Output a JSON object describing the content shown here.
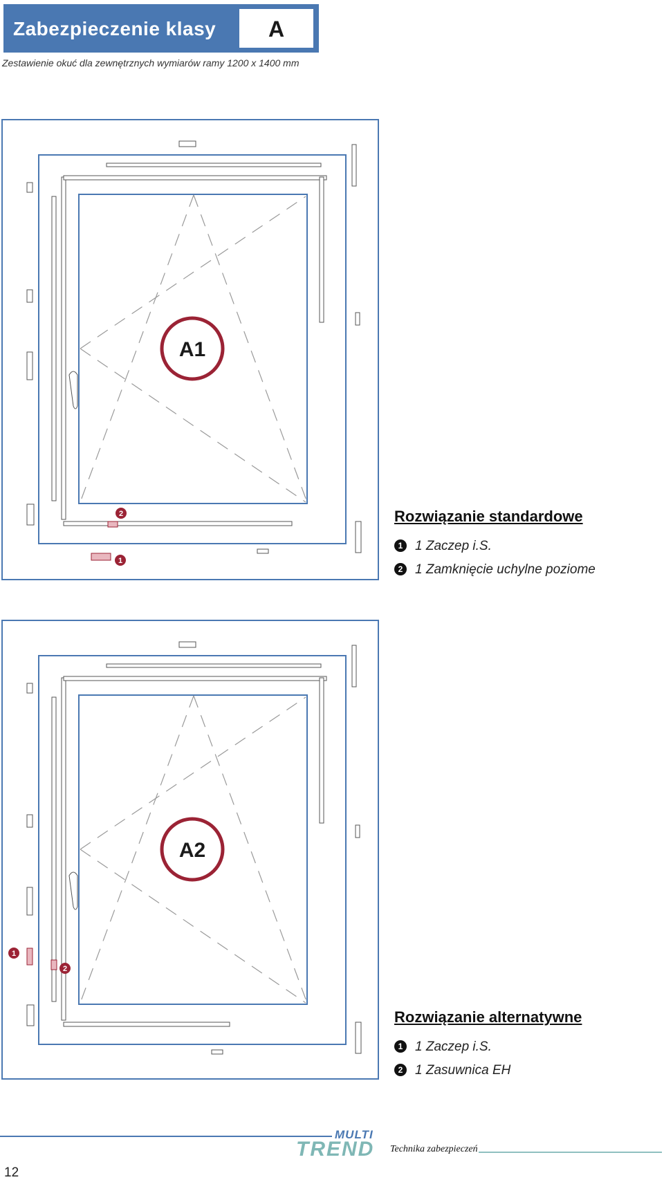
{
  "header": {
    "title": "Zabezpieczenie klasy",
    "class_letter": "A",
    "subtitle": "Zestawienie okuć dla zewnętrznych wymiarów ramy 1200 x 1400 mm"
  },
  "diagrams": [
    {
      "label": "A1",
      "markers": [
        "2",
        "1"
      ]
    },
    {
      "label": "A2",
      "markers": [
        "1",
        "2"
      ]
    }
  ],
  "captions": [
    {
      "title": "Rozwiązanie standardowe",
      "items": [
        {
          "num": "1",
          "text": "1 Zaczep i.S."
        },
        {
          "num": "2",
          "text": "1 Zamknięcie uchylne poziome"
        }
      ]
    },
    {
      "title": "Rozwiązanie alternatywne",
      "items": [
        {
          "num": "1",
          "text": "1 Zaczep i.S."
        },
        {
          "num": "2",
          "text": "1 Zasuwnica EH"
        }
      ]
    }
  ],
  "footer": {
    "logo_top": "MULTI",
    "logo_bottom": "TREND",
    "tagline": "Technika zabezpieczeń",
    "page_number": "12"
  },
  "colors": {
    "brand_blue": "#4a78b2",
    "marker_red": "#9b2335",
    "logo_teal": "#7fb7b5"
  }
}
